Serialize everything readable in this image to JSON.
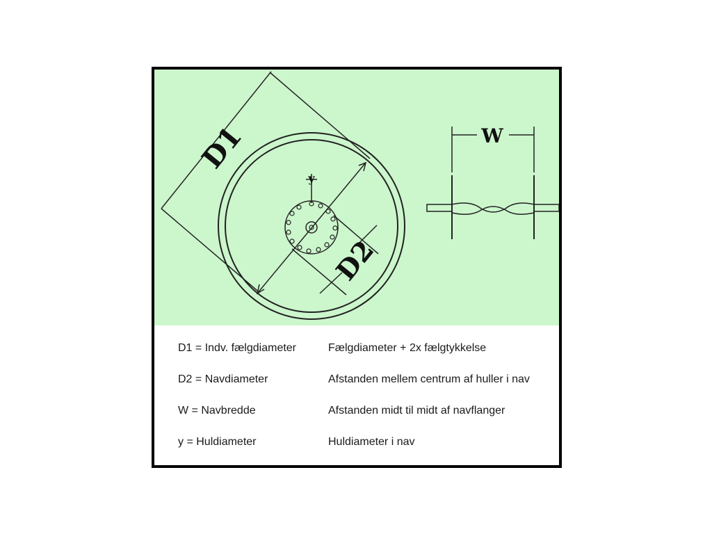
{
  "diagram": {
    "labels": {
      "d1": "D1",
      "d2": "D2",
      "w": "W",
      "y": "y"
    }
  },
  "legend": {
    "rows": [
      {
        "term": "D1 = Indv. fælgdiameter",
        "description": "Fælgdiameter + 2x fælgtykkelse"
      },
      {
        "term": "D2 = Navdiameter",
        "description": "Afstanden mellem centrum af huller i nav"
      },
      {
        "term": "W = Navbredde",
        "description": "Afstanden midt til midt af navflanger"
      },
      {
        "term": "y = Huldiameter",
        "description": "Huldiameter i nav"
      }
    ]
  },
  "colors": {
    "diagram_background": "#ccf6cc",
    "frame_border": "#000000",
    "line": "#222222"
  }
}
